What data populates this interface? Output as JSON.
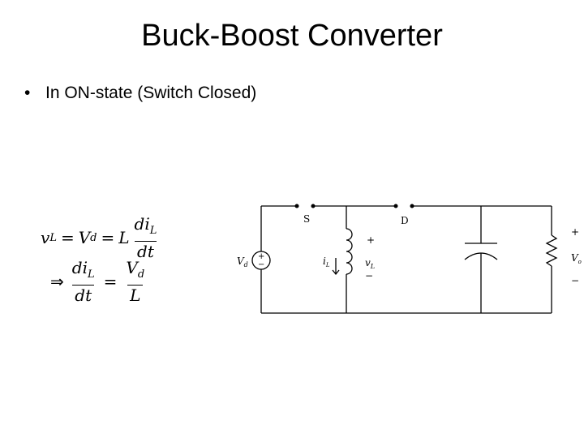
{
  "slide": {
    "title": "Buck-Boost Converter",
    "bullet": {
      "symbol": "•",
      "text": "In ON-state (Switch Closed)"
    }
  },
  "equations": {
    "eq1": {
      "lhs_var": "v",
      "lhs_sub": "L",
      "equals_1": "=",
      "mid_var": "V",
      "mid_sub": "d",
      "equals_2": "=",
      "coef": "L",
      "frac_num_var": "di",
      "frac_num_sub": "L",
      "frac_den": "dt"
    },
    "eq2": {
      "implies": "⇒",
      "frac1_num_var": "di",
      "frac1_num_sub": "L",
      "frac1_den": "dt",
      "equals": "=",
      "frac2_num_var": "V",
      "frac2_num_sub": "d",
      "frac2_den": "L"
    }
  },
  "circuit": {
    "switch_label": "S",
    "diode_label": "D",
    "source_label": "V",
    "source_sub": "d",
    "source_plus": "+",
    "source_minus": "−",
    "inductor_current": "i",
    "inductor_current_sub": "L",
    "inductor_voltage": "v",
    "inductor_voltage_sub": "L",
    "inductor_plus": "+",
    "inductor_minus": "−",
    "output_label": "V",
    "output_sub": "o",
    "output_plus": "+",
    "output_minus": "−"
  }
}
